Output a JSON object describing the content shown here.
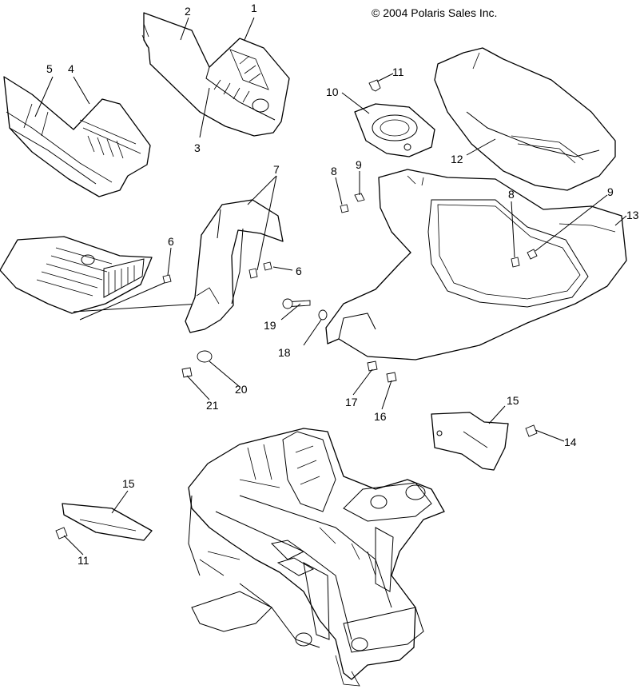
{
  "copyright": "© 2004 Polaris Sales Inc.",
  "callouts": [
    {
      "id": "c1",
      "label": "1"
    },
    {
      "id": "c2",
      "label": "2"
    },
    {
      "id": "c3",
      "label": "3"
    },
    {
      "id": "c4",
      "label": "4"
    },
    {
      "id": "c5",
      "label": "5"
    },
    {
      "id": "c6a",
      "label": "6"
    },
    {
      "id": "c6b",
      "label": "6"
    },
    {
      "id": "c7",
      "label": "7"
    },
    {
      "id": "c8a",
      "label": "8"
    },
    {
      "id": "c8b",
      "label": "8"
    },
    {
      "id": "c9a",
      "label": "9"
    },
    {
      "id": "c9b",
      "label": "9"
    },
    {
      "id": "c10",
      "label": "10"
    },
    {
      "id": "c11a",
      "label": "11"
    },
    {
      "id": "c11b",
      "label": "11"
    },
    {
      "id": "c12",
      "label": "12"
    },
    {
      "id": "c13",
      "label": "13"
    },
    {
      "id": "c14",
      "label": "14"
    },
    {
      "id": "c15a",
      "label": "15"
    },
    {
      "id": "c15b",
      "label": "15"
    },
    {
      "id": "c16",
      "label": "16"
    },
    {
      "id": "c17",
      "label": "17"
    },
    {
      "id": "c18",
      "label": "18"
    },
    {
      "id": "c19",
      "label": "19"
    },
    {
      "id": "c20",
      "label": "20"
    },
    {
      "id": "c21",
      "label": "21"
    }
  ]
}
